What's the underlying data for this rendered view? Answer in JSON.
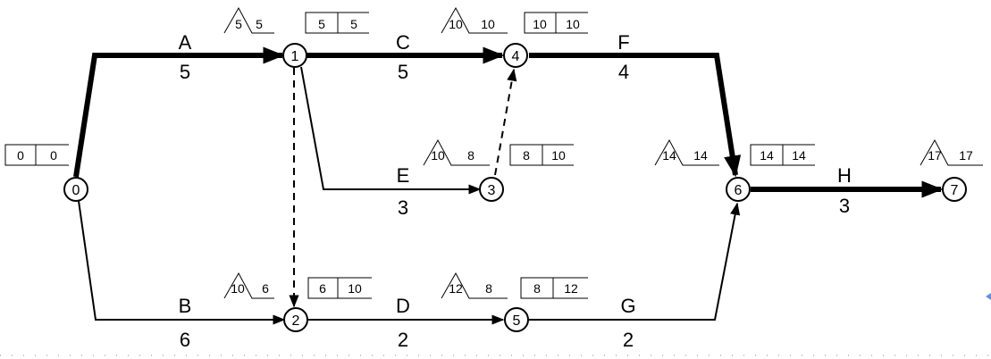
{
  "diagram": {
    "nodes": [
      {
        "id": "0",
        "label": "0"
      },
      {
        "id": "1",
        "label": "1"
      },
      {
        "id": "2",
        "label": "2"
      },
      {
        "id": "3",
        "label": "3"
      },
      {
        "id": "4",
        "label": "4"
      },
      {
        "id": "5",
        "label": "5"
      },
      {
        "id": "6",
        "label": "6"
      },
      {
        "id": "7",
        "label": "7"
      }
    ],
    "edges": [
      {
        "id": "A",
        "name": "A",
        "duration": "5",
        "critical": true
      },
      {
        "id": "B",
        "name": "B",
        "duration": "6",
        "critical": false
      },
      {
        "id": "C",
        "name": "C",
        "duration": "5",
        "critical": true
      },
      {
        "id": "D",
        "name": "D",
        "duration": "2",
        "critical": false
      },
      {
        "id": "E",
        "name": "E",
        "duration": "3",
        "critical": false
      },
      {
        "id": "F",
        "name": "F",
        "duration": "4",
        "critical": true
      },
      {
        "id": "G",
        "name": "G",
        "duration": "2",
        "critical": false
      },
      {
        "id": "H",
        "name": "H",
        "duration": "3",
        "critical": true
      },
      {
        "id": "d12",
        "name": "",
        "duration": "",
        "critical": false,
        "dummy": true
      },
      {
        "id": "d34",
        "name": "",
        "duration": "",
        "critical": false,
        "dummy": true
      }
    ],
    "node_times": {
      "0": {
        "tri": [
          "",
          ""
        ],
        "box": [
          "0",
          "0"
        ]
      },
      "1": {
        "tri": [
          "5",
          "5"
        ],
        "box": [
          "5",
          "5"
        ]
      },
      "2": {
        "tri": [
          "10",
          "6"
        ],
        "box": [
          "6",
          "10"
        ]
      },
      "3": {
        "tri": [
          "10",
          "8"
        ],
        "box": [
          "8",
          "10"
        ]
      },
      "4": {
        "tri": [
          "10",
          "10"
        ],
        "box": [
          "10",
          "10"
        ]
      },
      "5": {
        "tri": [
          "12",
          "8"
        ],
        "box": [
          "8",
          "12"
        ]
      },
      "6": {
        "tri": [
          "14",
          "14"
        ],
        "box": [
          "14",
          "14"
        ]
      },
      "7": {
        "tri": [
          "17",
          "17"
        ],
        "box": [
          "",
          ""
        ]
      }
    }
  }
}
